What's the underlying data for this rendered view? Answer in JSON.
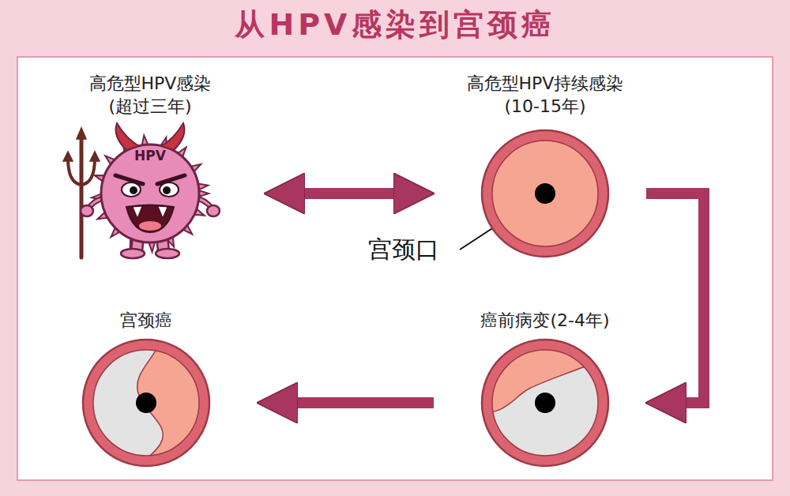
{
  "diagram": {
    "title": "从HPV感染到宫颈癌",
    "nodes": [
      {
        "text": [
          "高危型HPV感染 (超过三年)",
          "HPV"
        ]
      },
      {
        "text": [
          "高危型HPV持续感染 (10-15年)"
        ]
      },
      {
        "text": [
          "癌前病变(2-4年)"
        ]
      },
      {
        "text": [
          "宫颈癌"
        ]
      }
    ],
    "edges": [
      {
        "from": 0,
        "to": 1,
        "arrow": "both"
      },
      {
        "from": 1,
        "to": 2,
        "arrow": "to"
      },
      {
        "from": 2,
        "to": 3,
        "arrow": "to"
      }
    ],
    "labels": [
      "宫颈口"
    ]
  }
}
